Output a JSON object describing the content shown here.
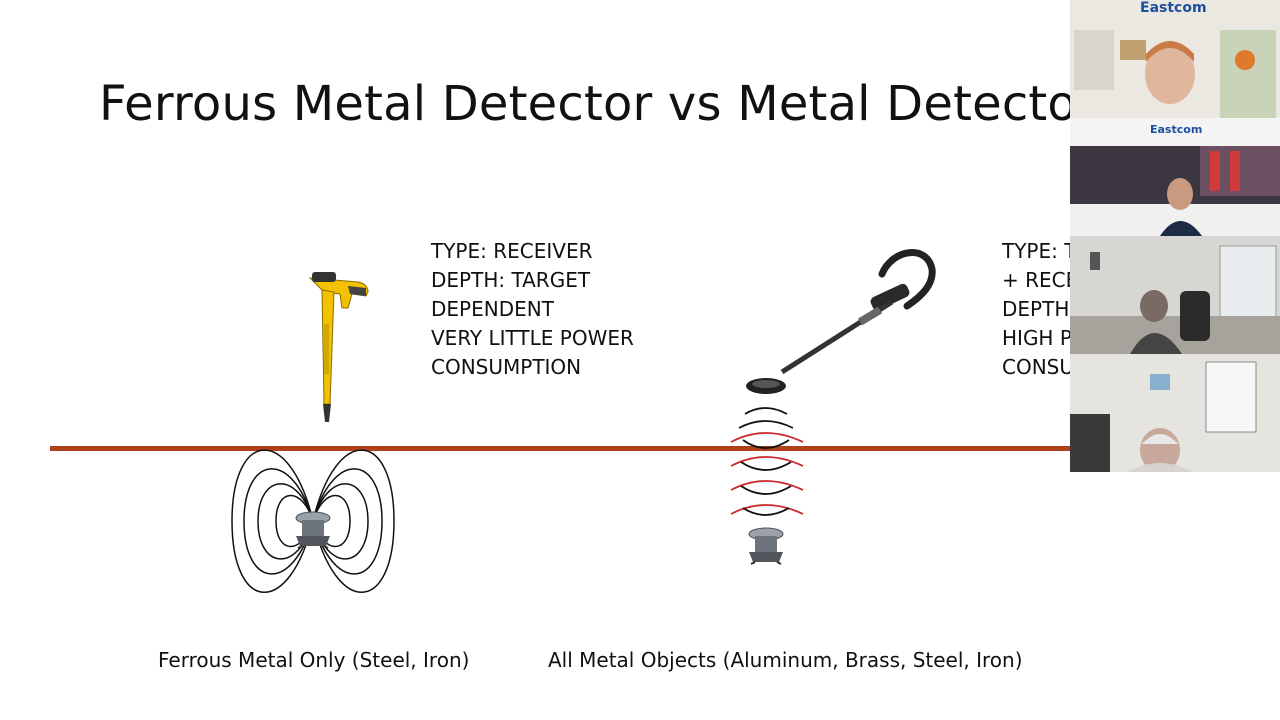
{
  "slide": {
    "title": "Ferrous Metal Detector vs Metal Detector",
    "left_info": [
      "TYPE: RECEIVER",
      "DEPTH: TARGET",
      "DEPENDENT",
      "VERY LITTLE POWER",
      "CONSUMPTION"
    ],
    "right_info": [
      "TYPE: T",
      "+ RECE",
      "DEPTH",
      "HIGH P",
      "CONSU"
    ],
    "left_caption": "Ferrous Metal Only (Steel, Iron)",
    "right_caption": "All Metal Objects (Aluminum, Brass, Steel, Iron)"
  },
  "participants": [
    {
      "id": "presenter",
      "banner": "Eastcom",
      "sub_banner": "Eastcom"
    },
    {
      "id": "participant-2"
    },
    {
      "id": "participant-3"
    },
    {
      "id": "participant-4"
    }
  ],
  "colors": {
    "ground_line": "#b0401a",
    "detector_yellow": "#f2c200",
    "wave_red": "#cc2a2a",
    "banner_blue": "#1c4fa0"
  }
}
